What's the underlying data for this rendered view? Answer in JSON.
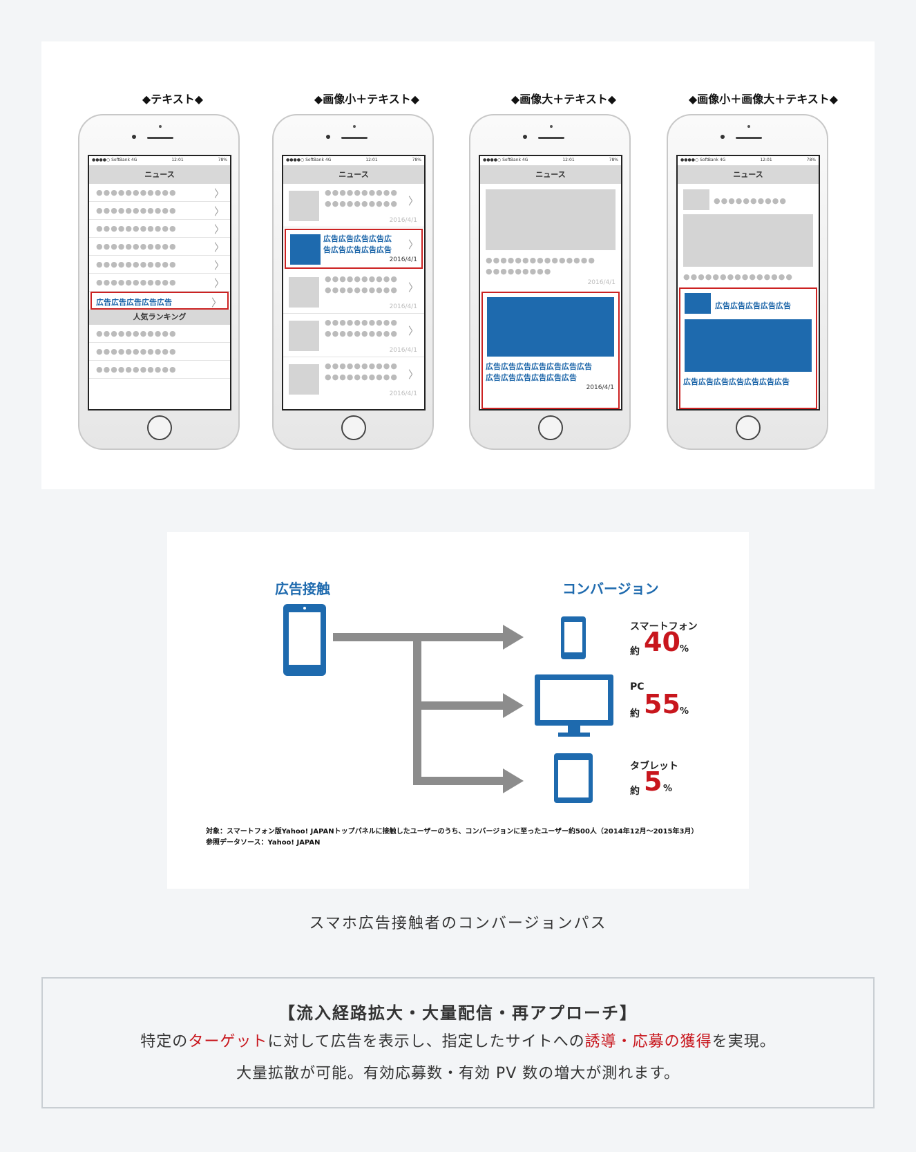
{
  "phones": [
    {
      "title": "◆テキスト◆"
    },
    {
      "title": "◆画像小＋テキスト◆"
    },
    {
      "title": "◆画像大＋テキスト◆"
    },
    {
      "title": "◆画像小＋画像大＋テキスト◆"
    }
  ],
  "screen": {
    "status_carrier": "●●●●○ SoftBank 4G",
    "status_time": "12:01",
    "status_battery": "78%",
    "nav_title": "ニュース",
    "dots_long": "●●●●●●●●●●●",
    "dots_mid": "●●●●●●●●●●",
    "dots_wide": "●●●●●●●●●●●●●●●",
    "dots_short": "●●●●●●●●●",
    "ranking": "人気ランキング",
    "ad_short": "広告広告広告広告広告",
    "ad_two_a": "広告広告広告広告広",
    "ad_two_b": "告広告広告広告広告",
    "ad_long_a": "広告広告広告広告広告広告広告",
    "ad_long_b": "広告広告広告広告広告広告",
    "ad_full": "広告広告広告広告広告広告広告",
    "date": "2016/4/1",
    "chevron": "〉"
  },
  "flow": {
    "left_title": "広告接触",
    "right_title": "コンバージョン",
    "items": [
      {
        "label": "スマートフォン",
        "prefix": "約",
        "value": "40",
        "unit": "%"
      },
      {
        "label": "PC",
        "prefix": "約",
        "value": "55",
        "unit": "%"
      },
      {
        "label": "タブレット",
        "prefix": "約",
        "value": "5",
        "unit": "%"
      }
    ],
    "note1": "対象：スマートフォン版Yahoo! JAPANトップパネルに接触したユーザーのうち、コンバージョンに至ったユーザー約500人（2014年12月〜2015年3月）",
    "note2": "参照データソース：Yahoo! JAPAN"
  },
  "caption": "スマホ広告接触者のコンバージョンパス",
  "summary": {
    "title": "【流入経路拡大・大量配信・再アプローチ】",
    "line1_a": "特定の",
    "line1_b": "ターゲット",
    "line1_c": "に対して広告を表示し、指定したサイトへの",
    "line1_d": "誘導・応募の獲得",
    "line1_e": "を実現。",
    "line2": "大量拡散が可能。有効応募数・有効 PV 数の増大が測れます。"
  },
  "colors": {
    "accent_blue": "#1e6aae",
    "accent_red": "#c8161d",
    "arrow_gray": "#8c8c8c"
  }
}
